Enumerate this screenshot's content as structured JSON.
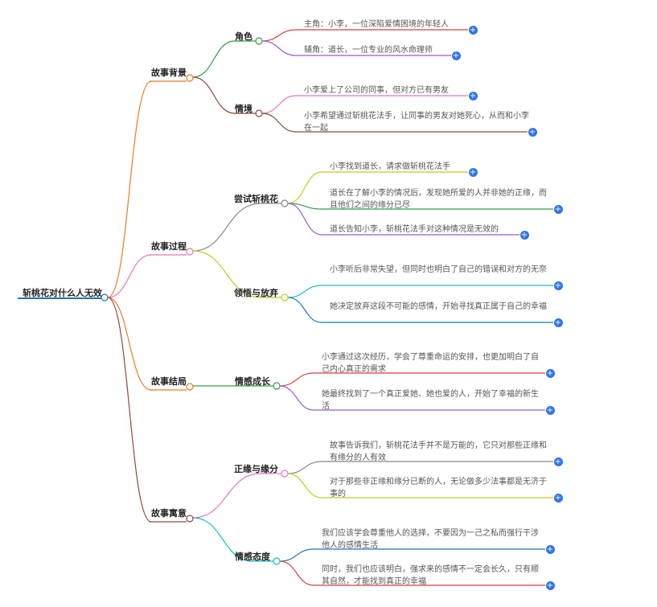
{
  "root": {
    "label": "斩桃花对什么人无效"
  },
  "branches": [
    {
      "label": "故事背景",
      "color": "#f07a1f",
      "children": [
        {
          "label": "角色",
          "color": "#2ea043",
          "leaves": [
            {
              "text": "主角：小李，一位深陷爱情困境的年轻人",
              "color": "#d93f3f"
            },
            {
              "text": "辅角：道长，一位专业的风水命理师",
              "color": "#9b59d0"
            }
          ]
        },
        {
          "label": "情境",
          "color": "#8b4a3c",
          "leaves": [
            {
              "text": "小李爱上了公司的同事，但对方已有男友",
              "color": "#e377c2"
            },
            {
              "text": "小李希望通过斩桃花法手，让同事的男友对她死心，从而和小李在一起",
              "color": "#8b4a3c"
            }
          ]
        }
      ]
    },
    {
      "label": "故事过程",
      "color": "#e377c2",
      "children": [
        {
          "label": "尝试斩桃花",
          "color": "#888888",
          "leaves": [
            {
              "text": "小李找到道长，请求做斩桃花法手",
              "color": "#c7c71a"
            },
            {
              "text": "道长在了解小李的情况后，发现她所爱的人并非她的正缘，而且他们之间的缘分已尽",
              "color": "#2ea043"
            },
            {
              "text": "道长告知小李，斩桃花法手对这种情况是无效的",
              "color": "#9b59d0"
            }
          ]
        },
        {
          "label": "领悟与放弃",
          "color": "#c7c71a",
          "leaves": [
            {
              "text": "小李听后非常失望，但同时也明白了自己的错误和对方的无奈",
              "color": "#17becf"
            },
            {
              "text": "她决定放弃这段不可能的感情，开始寻找真正属于自己的幸福",
              "color": "#1f77b4"
            }
          ]
        }
      ]
    },
    {
      "label": "故事结局",
      "color": "#f07a1f",
      "children": [
        {
          "label": "情感成长",
          "color": "#2ea043",
          "leaves": [
            {
              "text": "小李通过这次经历，学会了尊重命运的安排，也更加明白了自己内心真正的需求",
              "color": "#d93f3f"
            },
            {
              "text": "她最终找到了一个真正爱她、她也爱的人，开始了幸福的新生活",
              "color": "#9b59d0"
            }
          ]
        }
      ]
    },
    {
      "label": "故事寓意",
      "color": "#8b4a3c",
      "children": [
        {
          "label": "正缘与缘分",
          "color": "#e377c2",
          "leaves": [
            {
              "text": "故事告诉我们，斩桃花法手并不是万能的，它只对那些正缘和有缘分的人有效",
              "color": "#888888"
            },
            {
              "text": "对于那些非正缘和缘分已断的人，无论做多少法事都是无济于事的",
              "color": "#c7c71a"
            }
          ]
        },
        {
          "label": "情感态度",
          "color": "#17becf",
          "leaves": [
            {
              "text": "我们应该学会尊重他人的选择，不要因为一己之私而强行干涉他人的感情生活",
              "color": "#1f77b4"
            },
            {
              "text": "同时，我们也应该明白，强求来的感情不一定会长久，只有顺其自然，才能找到真正的幸福",
              "color": "#d93f3f"
            }
          ]
        }
      ]
    }
  ]
}
